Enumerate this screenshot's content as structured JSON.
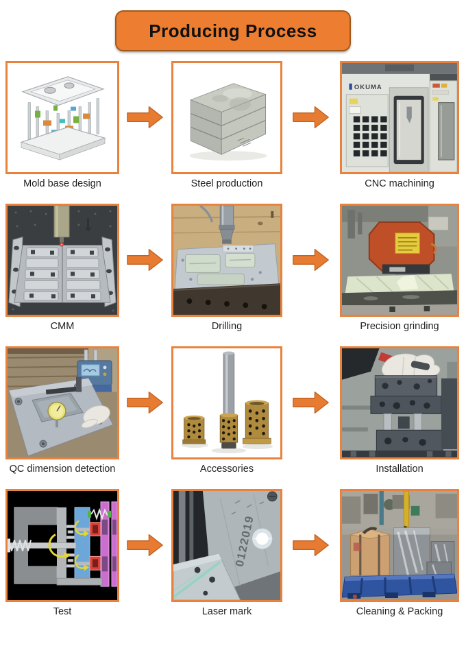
{
  "title": "Producing Process",
  "colors": {
    "banner_fill": "#ED7D31",
    "banner_border": "#9E5A1E",
    "photo_frame_border": "#E8823C",
    "arrow_fill": "#E87B32",
    "arrow_outline": "#C06020",
    "label_text": "#1F1F1F"
  },
  "steps": [
    {
      "id": "mold-base-design",
      "label": "Mold base design"
    },
    {
      "id": "steel-production",
      "label": "Steel production"
    },
    {
      "id": "cnc-machining",
      "label": "CNC machining"
    },
    {
      "id": "cmm",
      "label": "CMM"
    },
    {
      "id": "drilling",
      "label": "Drilling"
    },
    {
      "id": "precision-grinding",
      "label": "Precision grinding"
    },
    {
      "id": "qc-dimension-detection",
      "label": "QC dimension detection"
    },
    {
      "id": "accessories",
      "label": "Accessories"
    },
    {
      "id": "installation",
      "label": "Installation"
    },
    {
      "id": "test",
      "label": "Test"
    },
    {
      "id": "laser-mark",
      "label": "Laser mark"
    },
    {
      "id": "cleaning-packing",
      "label": "Cleaning & Packing"
    }
  ],
  "photo_texts": {
    "cnc_logo": "OKUMA",
    "laser_marked_number": "0122019"
  },
  "flow": {
    "rows": 4,
    "columns": 3,
    "arrow_direction": "right"
  }
}
